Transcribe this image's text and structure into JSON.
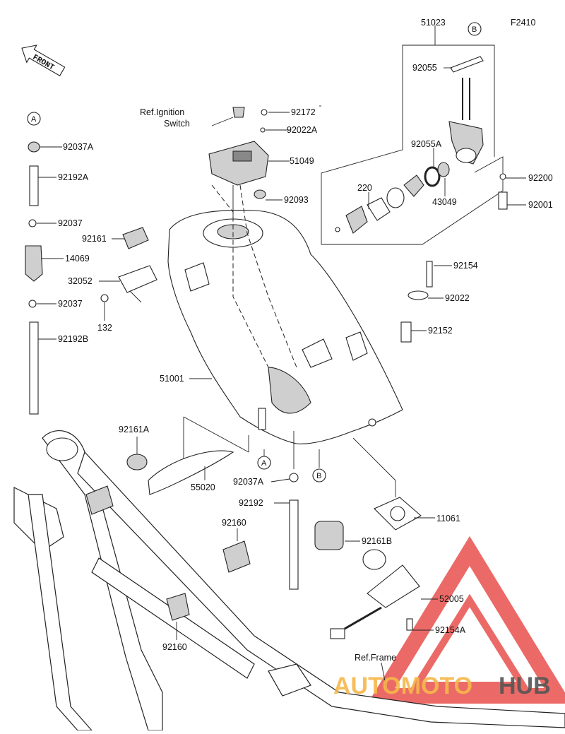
{
  "figure_code": "F2410",
  "front_label": "FRONT",
  "ref_ignition": [
    "Ref.Ignition",
    "Switch"
  ],
  "ref_frame": "Ref.Frame",
  "watermark": {
    "part1": "AUTOMOTO",
    "part2": "HUB",
    "color1": "#f6b84a",
    "color2": "#555555",
    "logo_color": "#e53935"
  },
  "markers": {
    "a": "A",
    "b": "B"
  },
  "parts": {
    "p51023": "51023",
    "p92055": "92055",
    "p92172": "92172",
    "p92022A": "92022A",
    "p51049": "51049",
    "p92055A": "92055A",
    "p92093": "92093",
    "p220": "220",
    "p43049": "43049",
    "p92200": "92200",
    "p92001": "92001",
    "p92037A_top": "92037A",
    "p92192A": "92192A",
    "p92037_a": "92037",
    "p14069": "14069",
    "p92037_b": "92037",
    "p92192B": "92192B",
    "p92161": "92161",
    "p32052": "32052",
    "p132": "132",
    "p92154": "92154",
    "p92022": "92022",
    "p92152": "92152",
    "p51001": "51001",
    "p92161A": "92161A",
    "p55020": "55020",
    "p92037A_bot": "92037A",
    "p92192": "92192",
    "p92160_a": "92160",
    "p92161B": "92161B",
    "p11061": "11061",
    "p52005": "52005",
    "p92154A": "92154A",
    "p92160_b": "92160"
  }
}
